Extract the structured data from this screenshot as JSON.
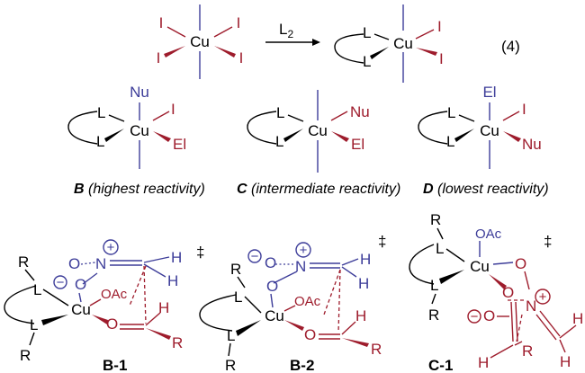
{
  "equation": {
    "reagent": "L",
    "reagent_sub": "2",
    "number": "(4)"
  },
  "atoms": {
    "cu": "Cu",
    "iodine": "I",
    "ligand": "L",
    "nu": "Nu",
    "el": "El",
    "o": "O",
    "n": "N",
    "h": "H",
    "r": "R",
    "oac": "OAc",
    "plus": "+",
    "minus": "−",
    "ts": "‡"
  },
  "captions": {
    "b_letter": "B",
    "b_text": " (highest reactivity)",
    "c_letter": "C",
    "c_text": " (intermediate reactivity)",
    "d_letter": "D",
    "d_text": " (lowest reactivity)"
  },
  "compounds": {
    "b1": "B-1",
    "b2": "B-2",
    "c1": "C-1"
  },
  "colors": {
    "blue": "#3d3d99",
    "red": "#9e1c2c",
    "black": "#000000"
  }
}
